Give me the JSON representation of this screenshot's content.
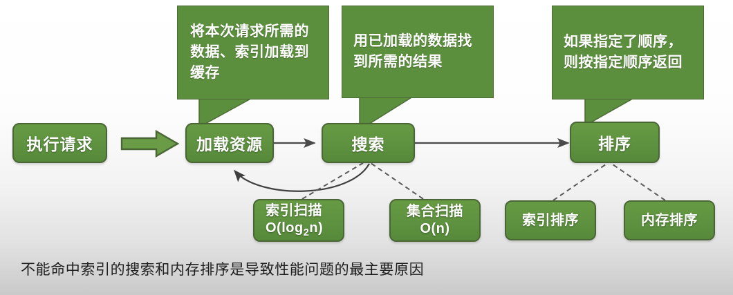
{
  "diagram": {
    "title_caption": "不能命中索引的搜索和内存排序是导致性能问题的最主要原因",
    "colors": {
      "box_green": "#5e9240",
      "callout_green": "#5c8f3d",
      "box_border": "#4b6636",
      "connector_gray": "#4a4a4a",
      "text_white": "#ffffff",
      "caption_black": "#1e1e1e",
      "background_top": "#ffffff",
      "background_bottom": "#c9c9c9"
    },
    "callouts": [
      {
        "id": "callout-load",
        "text": "将本次请求所需的\n数据、索引加载到\n缓存",
        "points_to": "加载资源"
      },
      {
        "id": "callout-search",
        "text": "用已加载的数据找\n到所需的结果",
        "points_to": "搜索"
      },
      {
        "id": "callout-sort",
        "text": "如果指定了顺序，\n则按指定顺序返回",
        "points_to": "排序"
      }
    ],
    "flow_nodes": [
      {
        "id": "node-execute",
        "label": "执行请求"
      },
      {
        "id": "node-load",
        "label": "加载资源"
      },
      {
        "id": "node-search",
        "label": "搜索"
      },
      {
        "id": "node-sort",
        "label": "排序"
      }
    ],
    "leaf_nodes": [
      {
        "id": "leaf-index-scan",
        "line1": "索引扫描",
        "line2_prefix": "O(log",
        "line2_sub": "2",
        "line2_suffix": "n)",
        "attached_to": "搜索"
      },
      {
        "id": "leaf-collection-scan",
        "line1": "集合扫描",
        "line2": "O(n)",
        "attached_to": "搜索"
      },
      {
        "id": "leaf-index-sort",
        "line1": "索引排序",
        "attached_to": "排序"
      },
      {
        "id": "leaf-memory-sort",
        "line1": "内存排序",
        "attached_to": "排序"
      }
    ],
    "connectors": [
      {
        "id": "arrow-execute-to-load",
        "type": "block-arrow",
        "from": "执行请求",
        "to": "加载资源"
      },
      {
        "id": "arrow-load-to-search",
        "type": "solid-arrow",
        "from": "加载资源",
        "to": "搜索"
      },
      {
        "id": "arrow-search-to-sort",
        "type": "solid-arrow",
        "from": "搜索",
        "to": "排序"
      },
      {
        "id": "arrow-search-back-to-load",
        "type": "curved-arrow",
        "from": "搜索",
        "to": "加载资源"
      },
      {
        "id": "dash-index-scan-to-search",
        "type": "dashed",
        "from": "索引扫描",
        "to": "搜索"
      },
      {
        "id": "dash-collection-scan-to-search",
        "type": "dashed",
        "from": "集合扫描",
        "to": "搜索"
      },
      {
        "id": "dash-index-sort-to-sort",
        "type": "dashed",
        "from": "索引排序",
        "to": "排序"
      },
      {
        "id": "dash-memory-sort-to-sort",
        "type": "dashed",
        "from": "内存排序",
        "to": "排序"
      }
    ]
  }
}
